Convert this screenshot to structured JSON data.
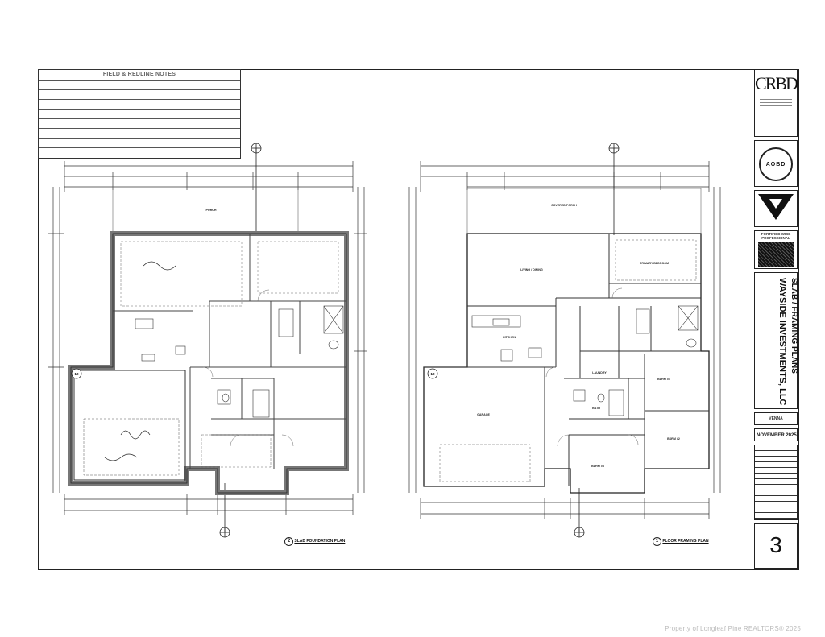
{
  "notes": {
    "title": "FIELD & REDLINE NOTES"
  },
  "left_plan": {
    "caption": "SLAB FOUNDATION PLAN",
    "caption_number": "2",
    "rooms": {
      "porch": "PORCH",
      "garage_tag": "12"
    }
  },
  "right_plan": {
    "caption": "FLOOR FRAMING PLAN",
    "caption_number": "1",
    "rooms": {
      "covered_porch": "COVERED PORCH",
      "living_dining": "LIVING / DINING",
      "primary_bedroom": "PRIMARY BEDROOM",
      "kitchen": "KITCHEN",
      "laundry": "LAUNDRY",
      "garage": "GARAGE",
      "bedroom_4": "BDRM #4",
      "bedroom_2": "BDRM #2",
      "bedroom_3": "BDRM #3",
      "bath": "BATH",
      "garage_tag": "12"
    }
  },
  "title_block": {
    "logo_text": "CRBD",
    "logo2_text": "AOBD",
    "fortified": "FORTIFIED WISE PROFESSIONAL",
    "project": "WAYSIDE INVESTMENTS, LLC",
    "sheet_title": "SLAB / FRAMING PLANS",
    "plan_name": "VENNA",
    "date": "NOVEMBER 2025",
    "sheet_number": "3"
  },
  "watermark": "Property of Longleaf Pine REALTORS® 2025"
}
